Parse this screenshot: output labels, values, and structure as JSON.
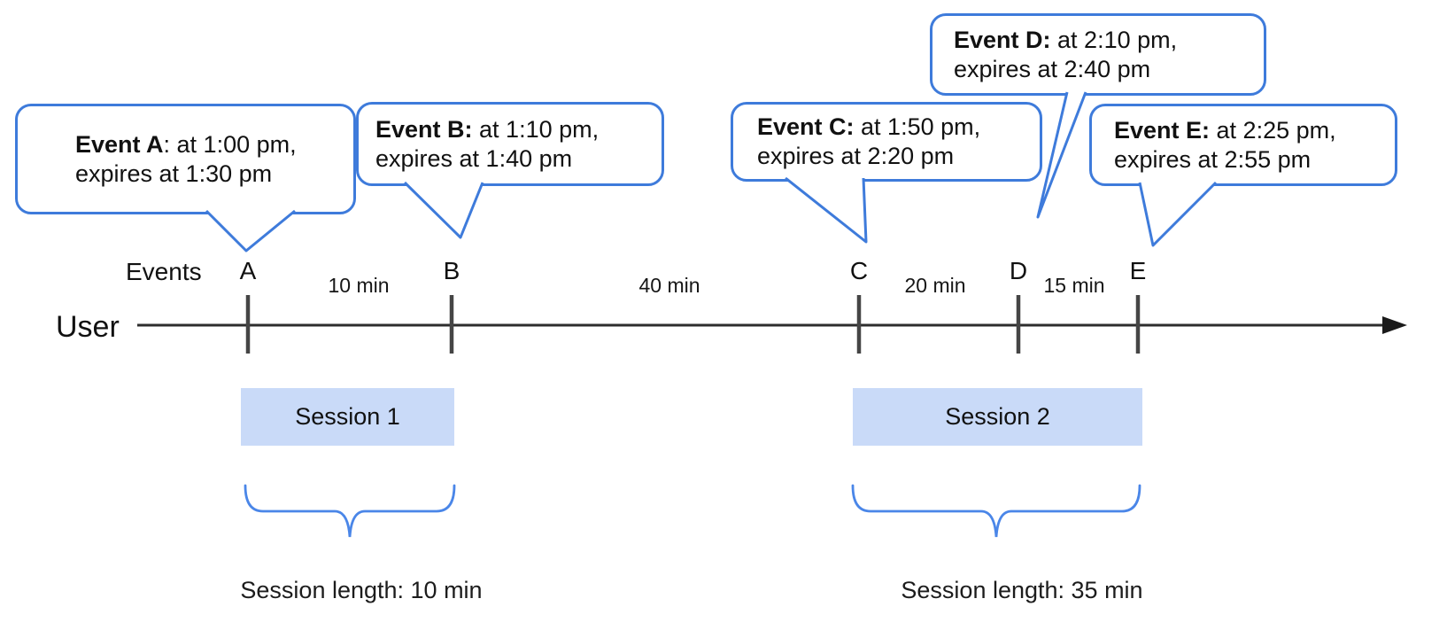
{
  "colors": {
    "bubble_border": "#3e7bdb",
    "brace": "#4a86e8",
    "session_fill": "#c9daf8",
    "axis_line": "#2d2d2d",
    "tick": "#454545",
    "text": "#111111"
  },
  "axis": {
    "user_label": "User",
    "events_label": "Events",
    "arrow_direction": "right"
  },
  "callouts": [
    {
      "event": "A",
      "bold": "Event A",
      "rest": ": at 1:00 pm,",
      "line2": "expires at 1:30 pm"
    },
    {
      "event": "B",
      "bold": "Event B:",
      "rest": " at 1:10 pm,",
      "line2": "expires at 1:40 pm"
    },
    {
      "event": "C",
      "bold": "Event C:",
      "rest": " at 1:50 pm,",
      "line2": "expires at 2:20 pm"
    },
    {
      "event": "D",
      "bold": "Event D:",
      "rest": " at 2:10 pm,",
      "line2": "expires at 2:40 pm"
    },
    {
      "event": "E",
      "bold": "Event E:",
      "rest": " at 2:25 pm,",
      "line2": "expires at 2:55 pm"
    }
  ],
  "events": [
    {
      "label": "A"
    },
    {
      "label": "B"
    },
    {
      "label": "C"
    },
    {
      "label": "D"
    },
    {
      "label": "E"
    }
  ],
  "intervals": [
    {
      "label": "10 min"
    },
    {
      "label": "40 min"
    },
    {
      "label": "20 min"
    },
    {
      "label": "15 min"
    }
  ],
  "sessions": [
    {
      "label": "Session 1",
      "length": "Session length: 10 min"
    },
    {
      "label": "Session 2",
      "length": "Session length: 35 min"
    }
  ]
}
